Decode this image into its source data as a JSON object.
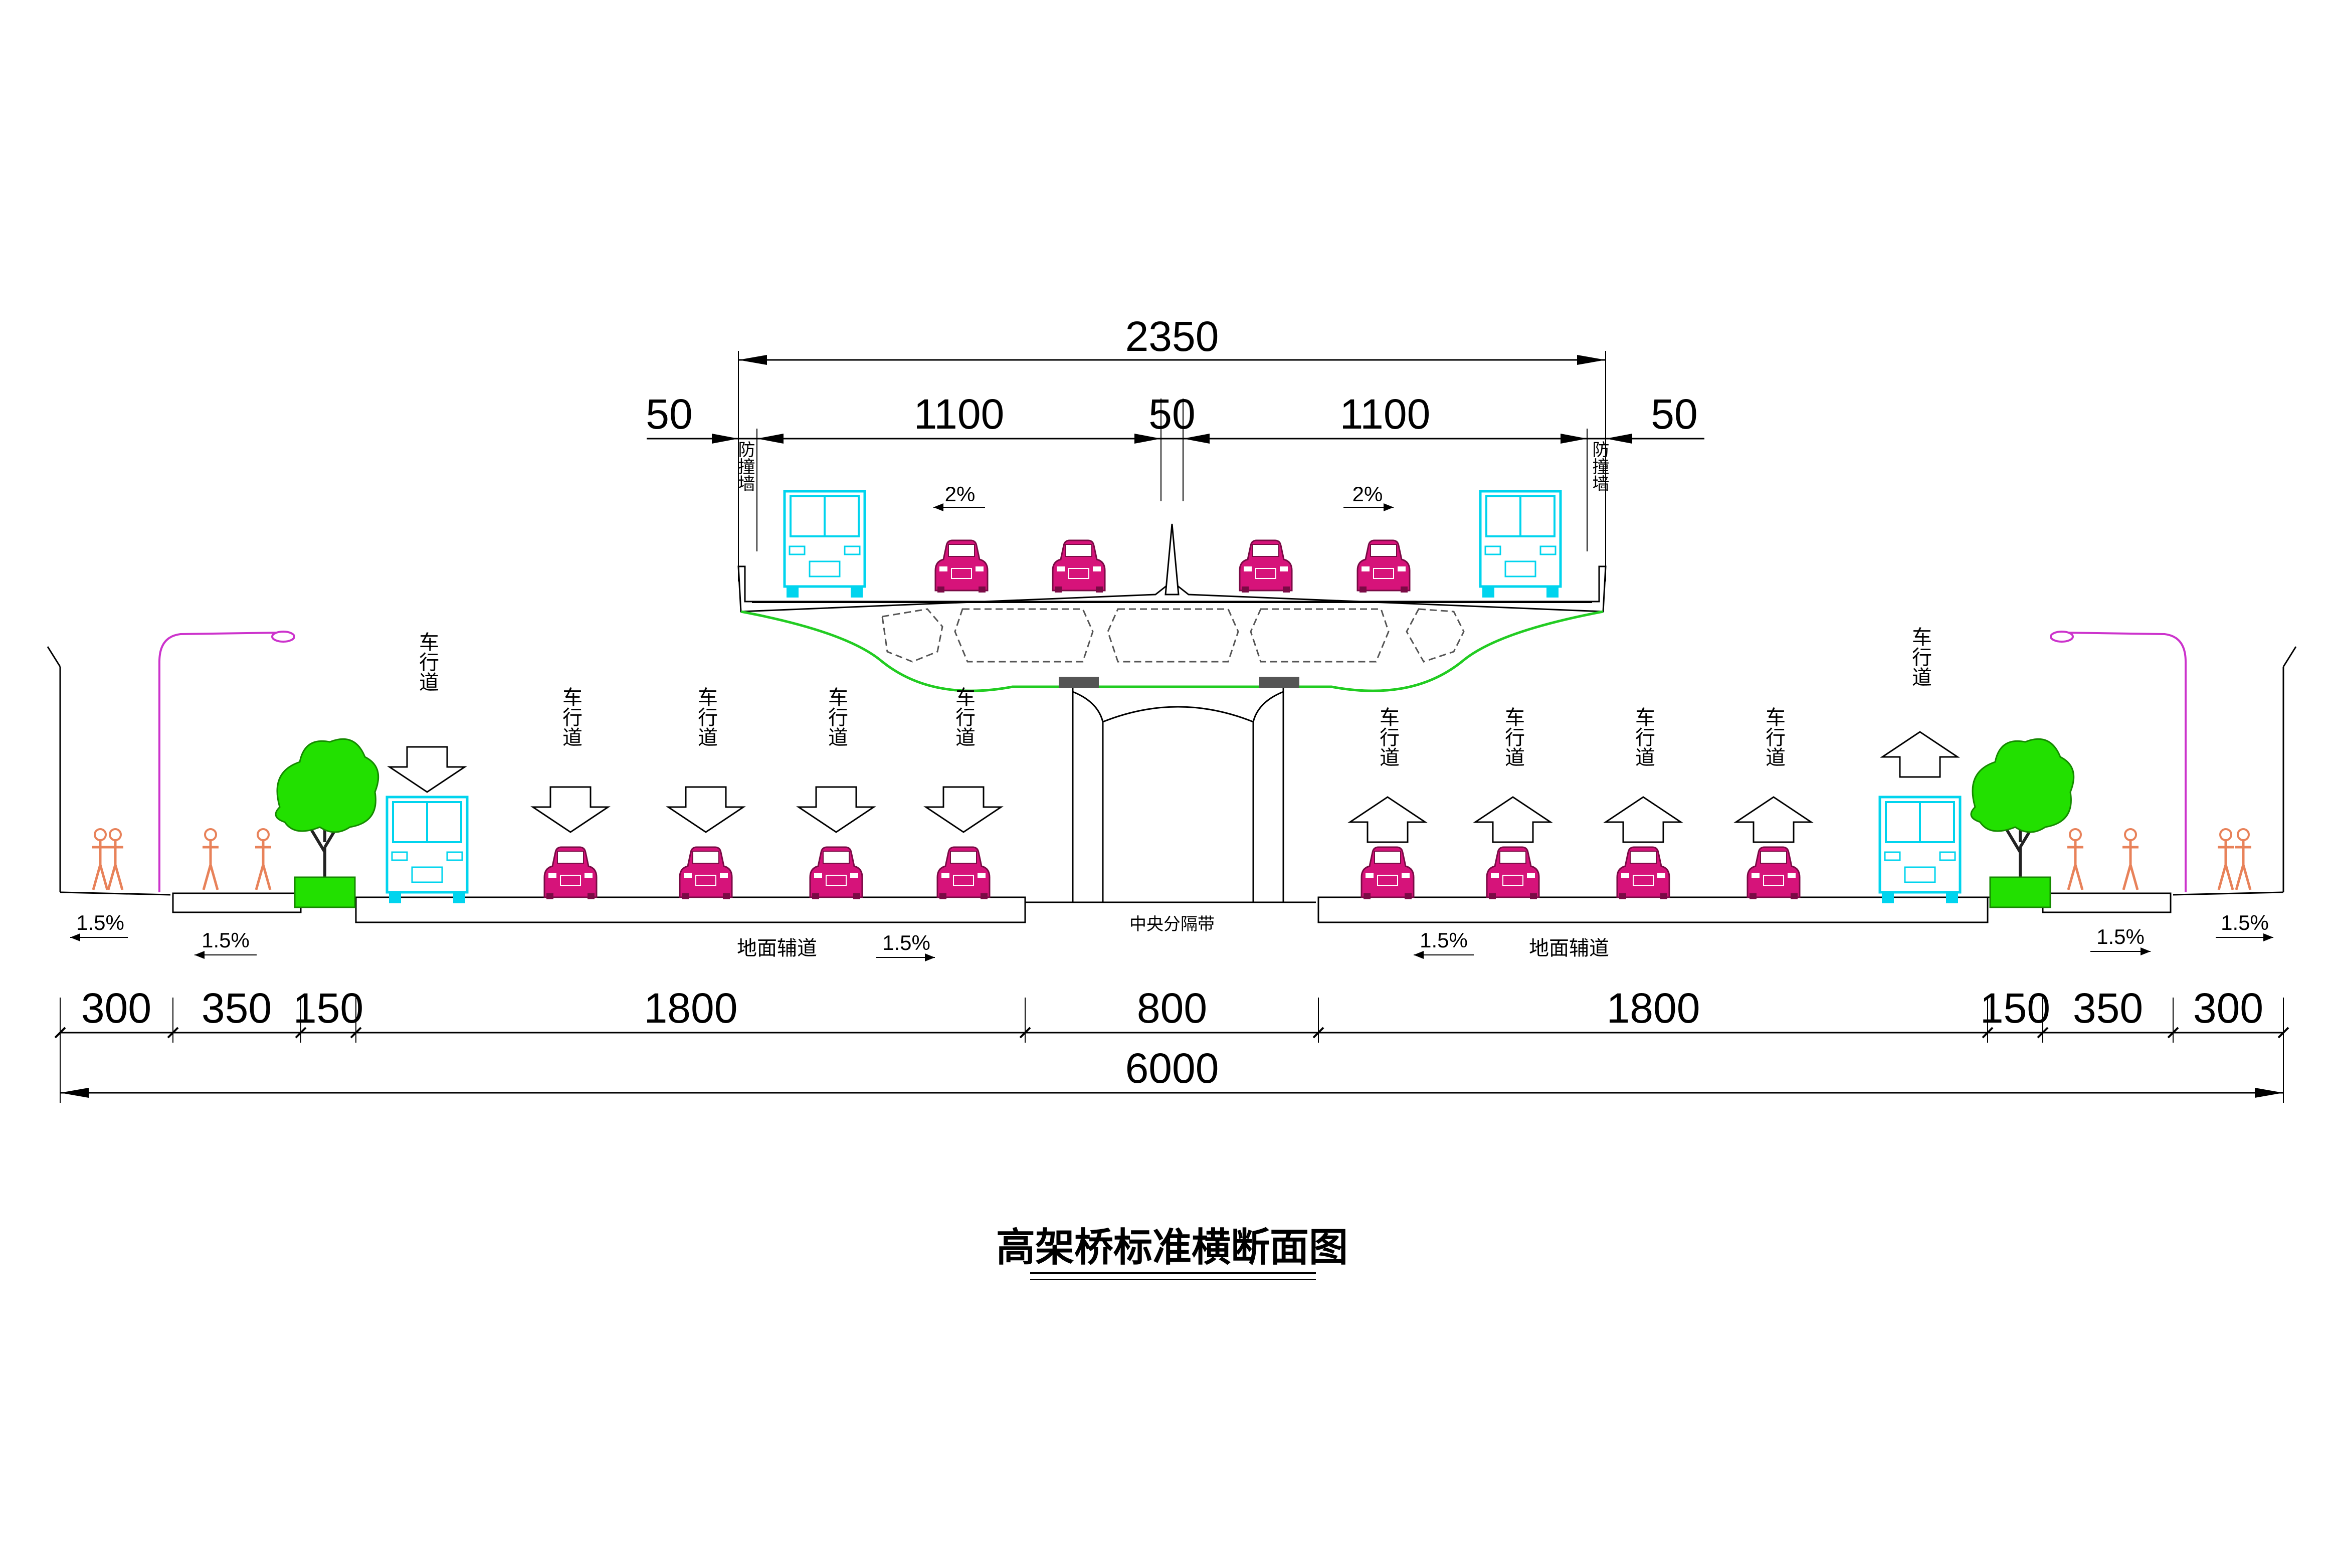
{
  "title": "高架桥标准横断面图",
  "top_dims": {
    "total": "2350",
    "left_edge": "50",
    "lane_left": "1100",
    "center": "50",
    "lane_right": "1100",
    "right_edge": "50"
  },
  "bottom_dims": [
    "300",
    "350",
    "150",
    "1800",
    "800",
    "1800",
    "150",
    "350",
    "300"
  ],
  "bottom_total": "6000",
  "labels": {
    "crash_barrier": "防撞墙",
    "lane": "车行道",
    "median": "中央分隔带",
    "frontage_road": "地面辅道",
    "deck_slope": "2%",
    "road_slope": "1.5%"
  },
  "colors": {
    "bus": "#00e5ff",
    "car": "#d6137a",
    "tree": "#22e000",
    "lamp": "#cc33cc",
    "girder": "#22cc22",
    "pedestrian": "#e8825a"
  }
}
